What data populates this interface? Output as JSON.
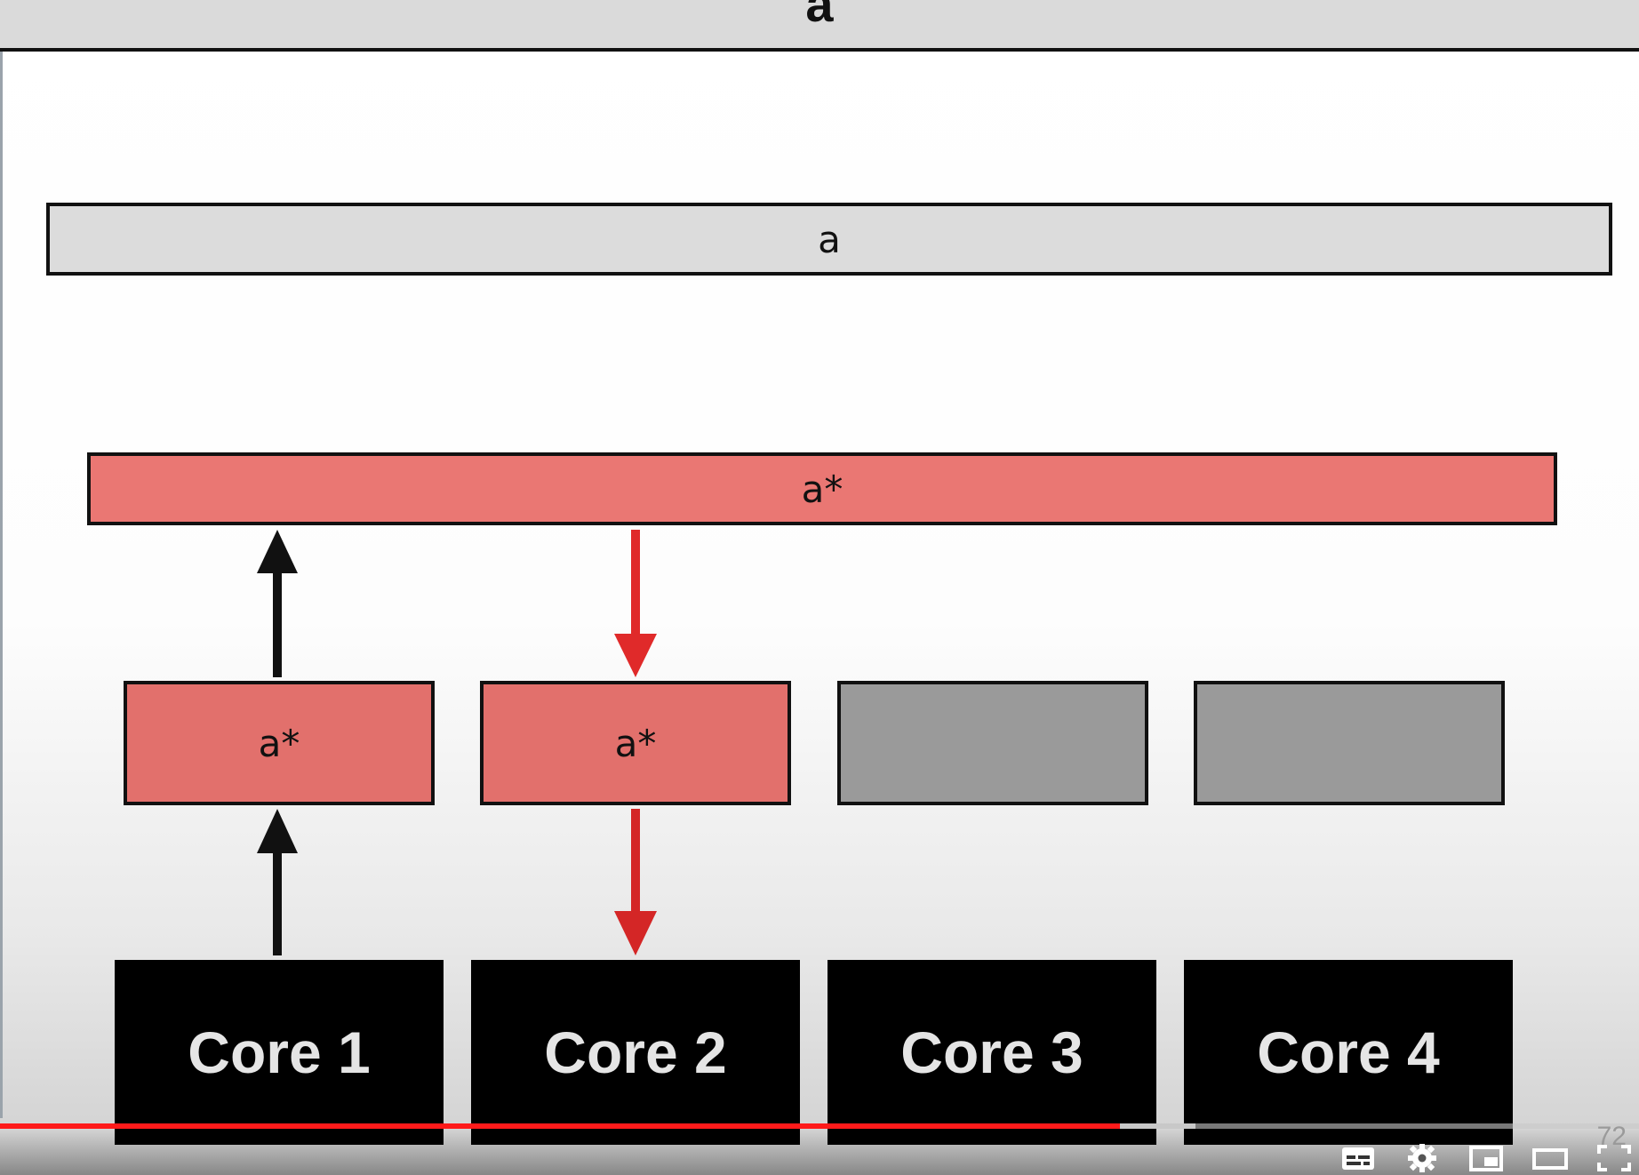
{
  "slide": {
    "title": "a",
    "memory_label": "a",
    "shared_cache_label": "a*",
    "l1_caches": [
      {
        "label": "a*",
        "state": "modified"
      },
      {
        "label": "a*",
        "state": "modified"
      },
      {
        "label": "",
        "state": "empty"
      },
      {
        "label": "",
        "state": "empty"
      }
    ],
    "cores": [
      "Core 1",
      "Core 2",
      "Core 3",
      "Core 4"
    ],
    "slide_number": "72"
  },
  "player": {
    "controls": [
      "subtitles-icon",
      "settings-gear-icon",
      "miniplayer-icon",
      "theater-mode-icon",
      "fullscreen-icon"
    ]
  },
  "colors": {
    "cache_modified": "#ea7773",
    "cache_empty": "#9a9a9a",
    "memory": "#dcdcdc",
    "core": "#000000",
    "write_arrow": "#111111",
    "read_arrow": "#e02a2a",
    "progress": "#ff1a1a"
  }
}
